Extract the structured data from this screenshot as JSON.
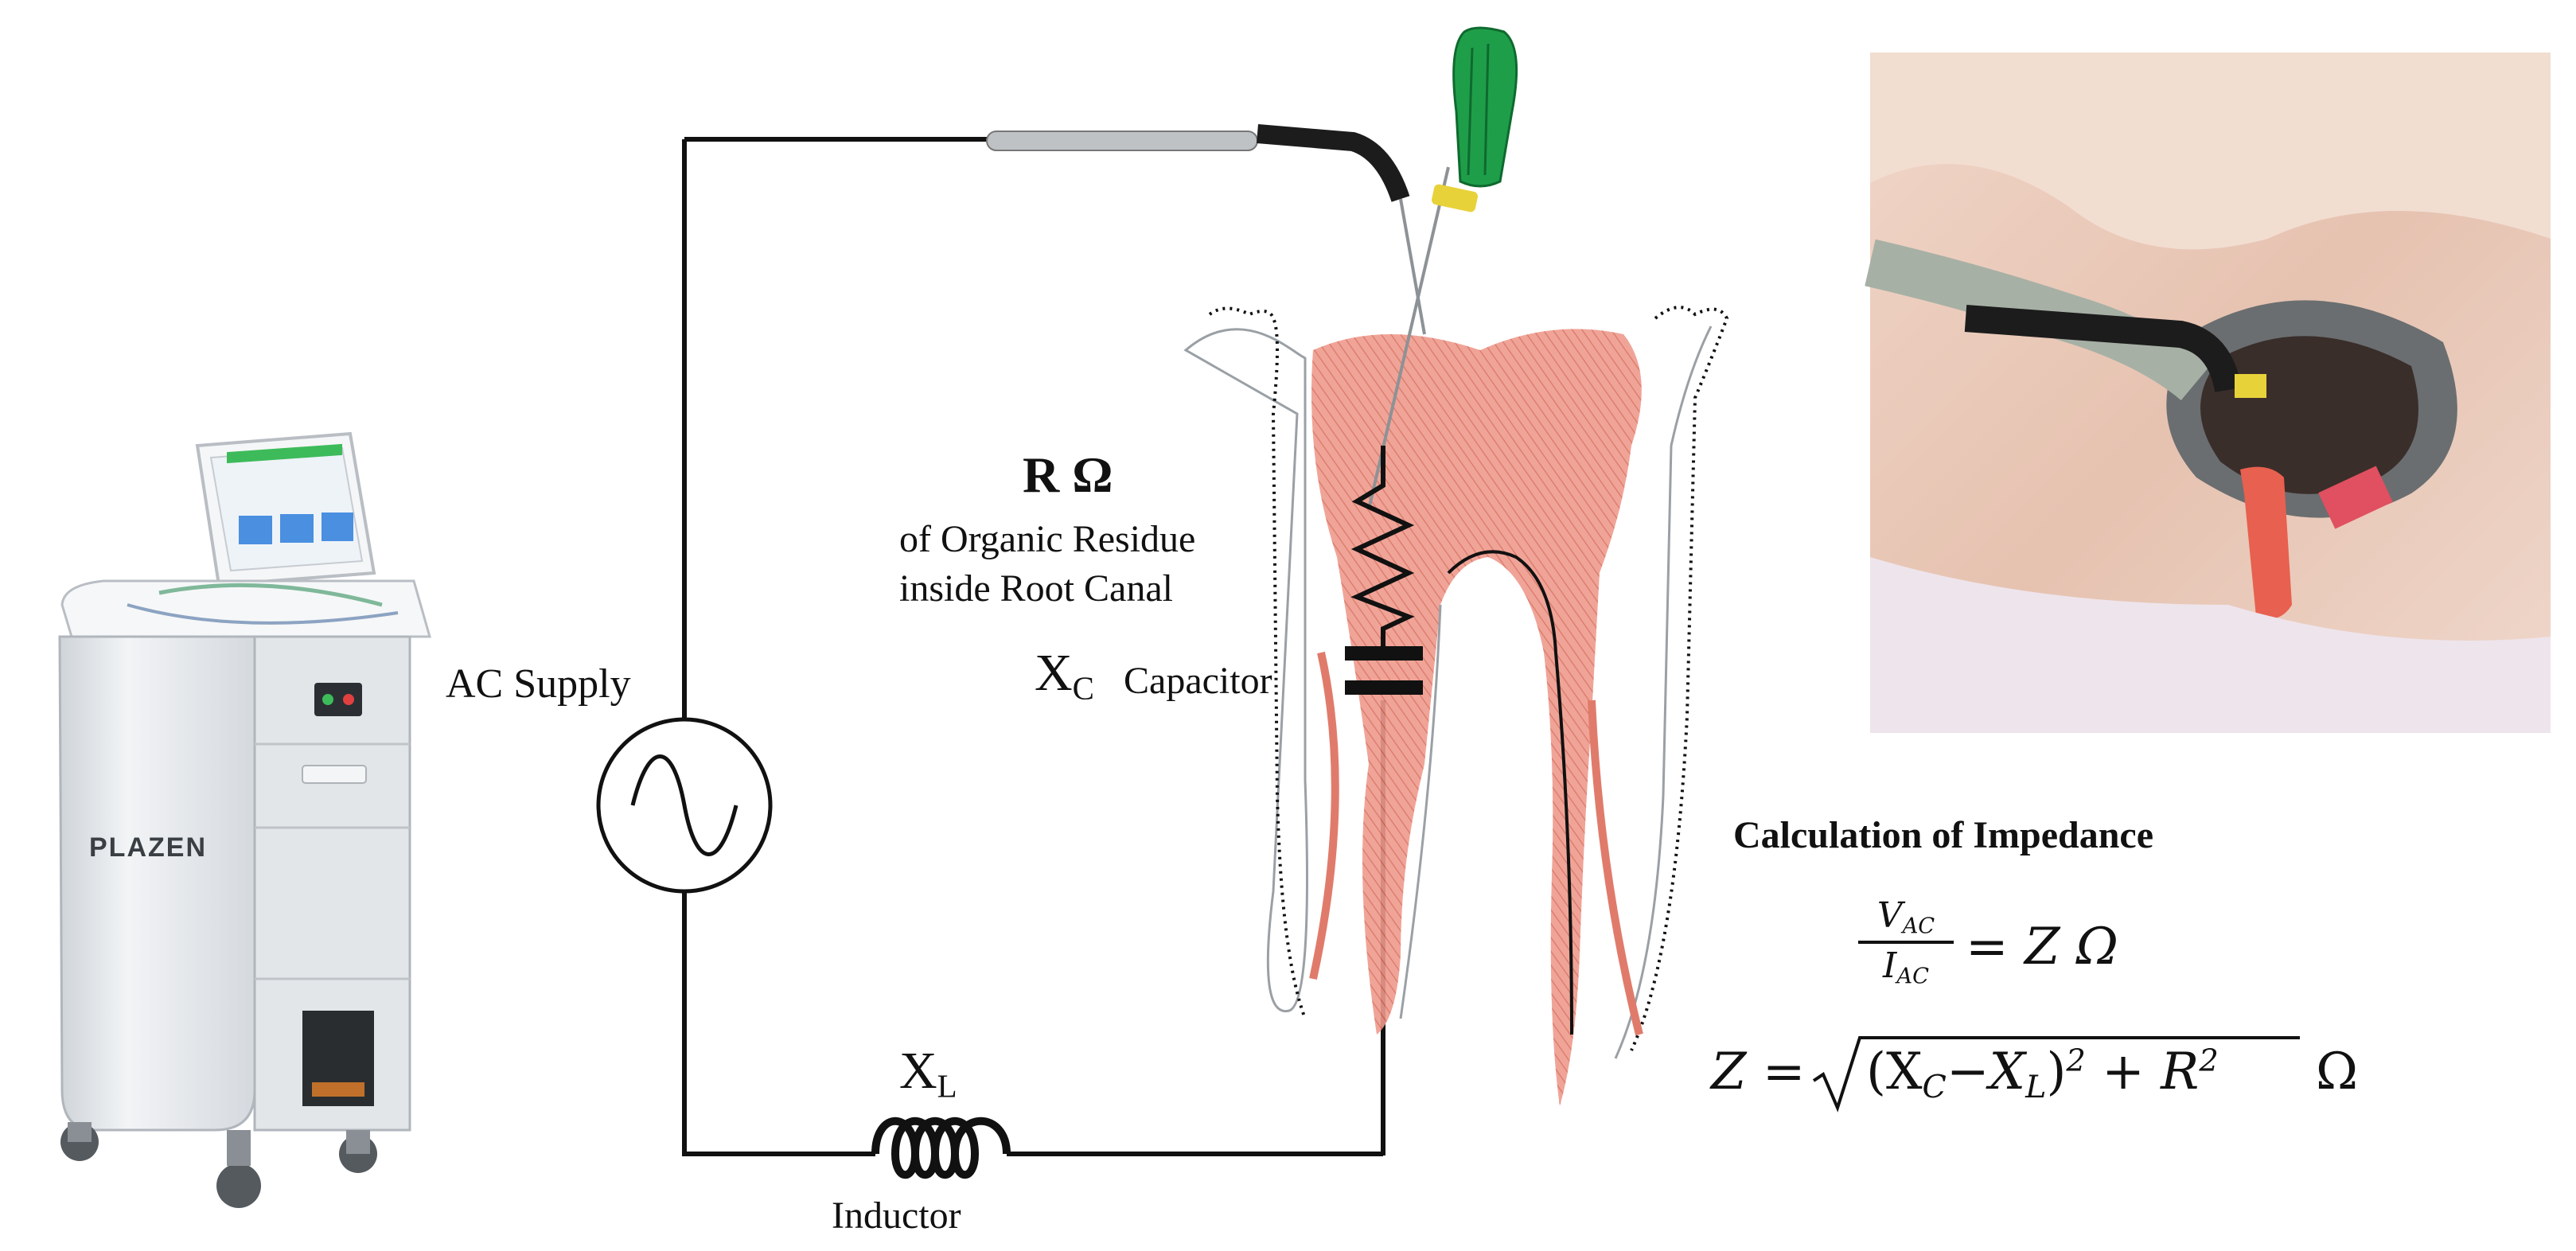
{
  "device": {
    "brand": "PLAZEN"
  },
  "labels": {
    "ac_supply": "AC Supply",
    "r_symbol": "R Ω",
    "r_desc_line1": "of Organic Residue",
    "r_desc_line2": "inside Root Canal",
    "xc_symbol": "X",
    "xc_sub": "C",
    "capacitor": "Capacitor",
    "xl_symbol": "X",
    "xl_sub": "L",
    "inductor": "Inductor"
  },
  "formula": {
    "title": "Calculation of Impedance",
    "eq1_num": "V",
    "eq1_num_sub": "AC",
    "eq1_den": "I",
    "eq1_den_sub": "AC",
    "eq1_rhs": "= Z Ω",
    "eq2_lhs": "Z =",
    "eq2_body_open": "(X",
    "eq2_xc_sub": "C",
    "eq2_minus": "−X",
    "eq2_xl_sub": "L",
    "eq2_close": ")",
    "eq2_exp": "2",
    "eq2_plus": " + R",
    "eq2_r_exp": "2",
    "eq2_unit": "Ω"
  },
  "colors": {
    "wire": "#111111",
    "tooth_pulp": "#e8877a",
    "file_handle": "#1f9e4a",
    "file_stop": "#e8d23a",
    "device_body": "#e9ecef",
    "screen_blue": "#4a8fe0",
    "photo_bg": "#e9c9b8"
  }
}
